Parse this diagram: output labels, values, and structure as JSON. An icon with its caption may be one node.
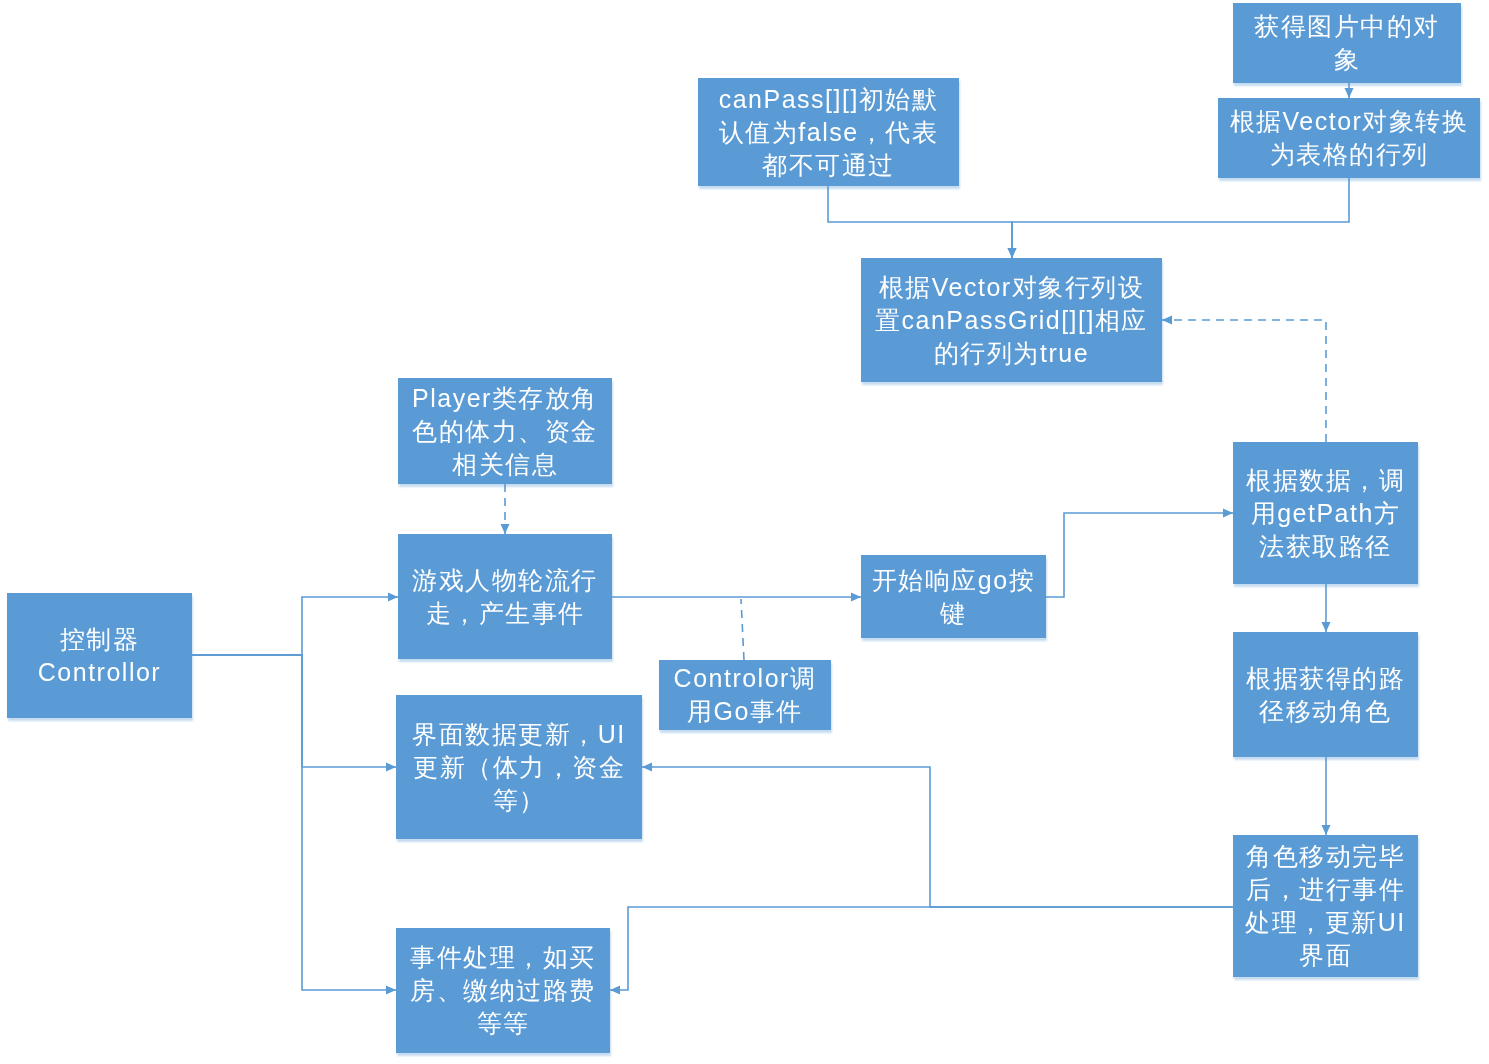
{
  "diagram": {
    "nodes": [
      {
        "text": [
          "获得图片中的对象"
        ]
      },
      {
        "text": [
          "canPass[][]初始默认值为false，代表都不可通过"
        ]
      },
      {
        "text": [
          "根据Vector对象转换为表格的行列"
        ]
      },
      {
        "text": [
          "根据Vector对象行列设置canPassGrid[][]相应的行列为true"
        ]
      },
      {
        "text": [
          "Player类存放角色的体力、资金相关信息"
        ]
      },
      {
        "text": [
          "根据数据，调用getPath方法获取路径"
        ]
      },
      {
        "text": [
          "游戏人物轮流行走，产生事件"
        ]
      },
      {
        "text": [
          "开始响应go按键"
        ]
      },
      {
        "text": [
          "控制器 Controllor"
        ]
      },
      {
        "text": [
          "根据获得的路径移动角色"
        ]
      },
      {
        "text": [
          "Controlor调用Go事件"
        ]
      },
      {
        "text": [
          "界面数据更新，UI更新（体力，资金等）"
        ]
      },
      {
        "text": [
          "角色移动完毕后，进行事件处理，更新UI界面"
        ]
      },
      {
        "text": [
          "事件处理，如买房、缴纳过路费等等"
        ]
      }
    ],
    "edges": [
      {
        "from": 0,
        "to": 2,
        "arrow": "to"
      },
      {
        "from": 1,
        "to": 3,
        "arrow": "to"
      },
      {
        "from": 2,
        "to": 3,
        "arrow": "to"
      },
      {
        "from": 4,
        "to": 6,
        "arrow": "to",
        "style": "dashed"
      },
      {
        "from": 8,
        "to": 6,
        "arrow": "to"
      },
      {
        "from": 8,
        "to": 11,
        "arrow": "to"
      },
      {
        "from": 8,
        "to": 13,
        "arrow": "to"
      },
      {
        "from": 6,
        "to": 7,
        "arrow": "to"
      },
      {
        "from": 10,
        "to": null,
        "arrow": "none",
        "style": "dashed"
      },
      {
        "from": 7,
        "to": 5,
        "arrow": "to"
      },
      {
        "from": 5,
        "to": 3,
        "arrow": "to",
        "style": "dashed"
      },
      {
        "from": 5,
        "to": 9,
        "arrow": "to"
      },
      {
        "from": 9,
        "to": 12,
        "arrow": "to"
      },
      {
        "from": 12,
        "to": 11,
        "arrow": "to"
      },
      {
        "from": 12,
        "to": 13,
        "arrow": "to"
      }
    ]
  }
}
